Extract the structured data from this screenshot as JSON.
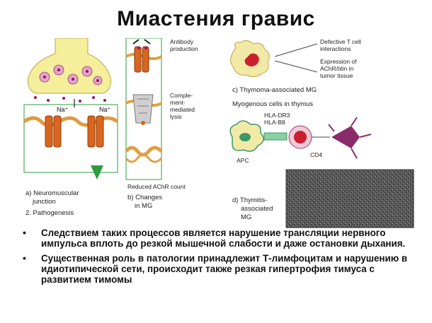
{
  "slide": {
    "title": "Миастения гравис"
  },
  "figure": {
    "panel_a": {
      "ion_left": "Na⁺",
      "ion_right": "Na⁺",
      "caption_line1": "a) Neuromuscular",
      "caption_line2": "junction"
    },
    "pathogenesis_label": "2. Pathogenesis",
    "panel_b": {
      "antibody_line1": "Antibody",
      "antibody_line2": "production",
      "complement_line1": "Comple-",
      "complement_line2": "ment-",
      "complement_line3": "mediated",
      "complement_line4": "lysis",
      "reduced_label": "Reduced AChR count",
      "caption_line1": "b) Changes",
      "caption_line2": "in MG"
    },
    "panel_c": {
      "defective_line1": "Defective T cell",
      "defective_line2": "interactions",
      "expression_line1": "Expression of",
      "expression_line2": "AChR/titin in",
      "expression_line3": "tumor tissue",
      "caption": "c) Thymoma-associated MG",
      "myogenous_label": "Myogenous cells in thymus",
      "hla_dr3": "HLA-DR3",
      "hla_b8": "HLA-B8",
      "apc_label": "APC",
      "cd4_label": "CD4"
    },
    "panel_d": {
      "caption_line1": "d) Thymitis-",
      "caption_line2": "associated",
      "caption_line3": "MG"
    }
  },
  "bullets": [
    {
      "marker": "•",
      "text": "Следствием таких процессов является нарушение трансляции нервного импульса вплоть до резкой мышечной слабости и даже остановки дыхания."
    },
    {
      "marker": "•",
      "text": "Существенная роль в патологии принадлежит Т-лимфоцитам и нарушению в идиотипической сети, происходит также резкая гипертрофия тимуса с развитием тимомы"
    }
  ],
  "colors": {
    "membrane_yellow": "#f5ee9a",
    "receptor_orange": "#d9661f",
    "vesicle_pink": "#e0a6c8",
    "ach_dot": "#a01060",
    "arrow_green": "#2e9c3c",
    "tumor_yellow": "#f3e9a6",
    "thymus_red": "#cc1f2f",
    "t_cell_purple": "#8a2b6a",
    "apc_green": "#3a9a6a",
    "micro_gray": "#4a4a4a"
  }
}
